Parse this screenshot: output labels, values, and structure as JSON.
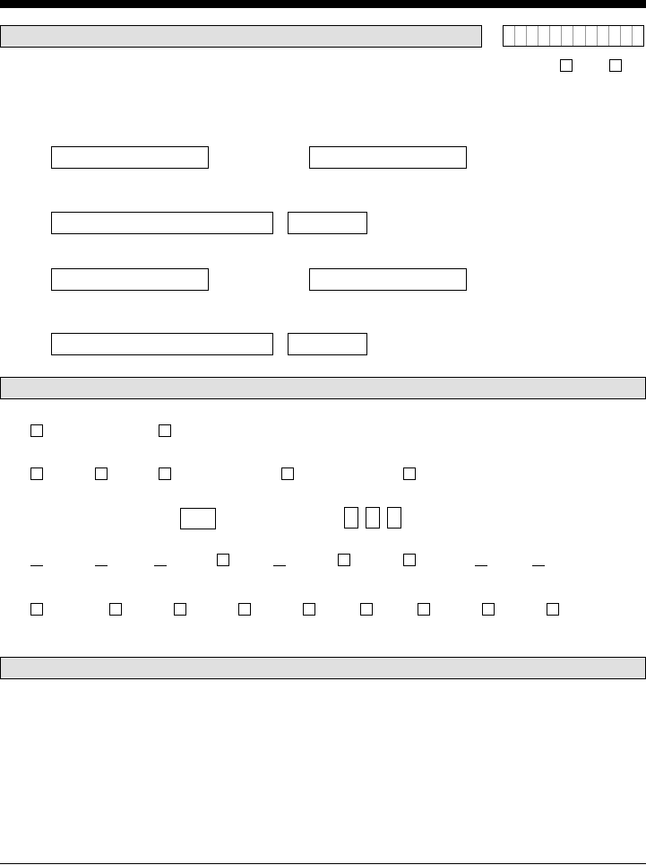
{
  "form": {
    "sections": [],
    "fields": [],
    "colors": {
      "section_band": "#e0e0e0",
      "rule": "#000000"
    },
    "boxes": {
      "id_cells_count": 12,
      "checkbox_rows": [
        2,
        5,
        4,
        9
      ]
    }
  }
}
